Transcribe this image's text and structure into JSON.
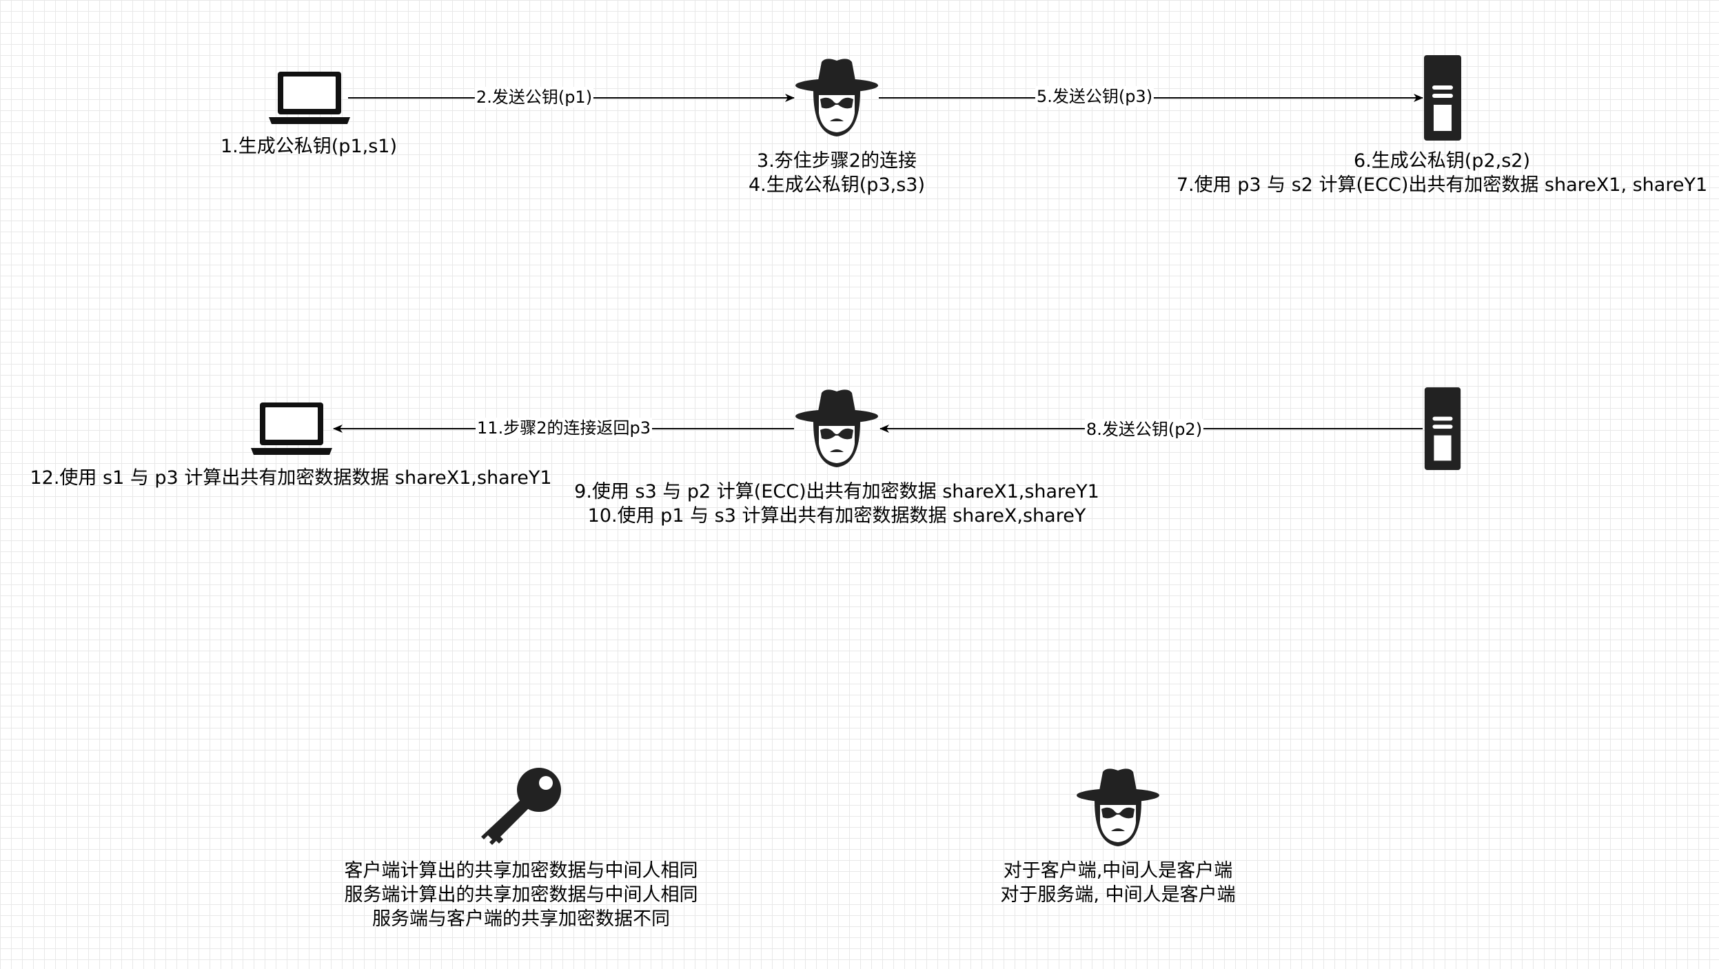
{
  "nodes": {
    "client_top": {
      "label": "1.生成公私钥(p1,s1)"
    },
    "mitm_top": {
      "lines": [
        "3.夯住步骤2的连接",
        "4.生成公私钥(p3,s3)"
      ]
    },
    "server_top": {
      "lines": [
        "6.生成公私钥(p2,s2)",
        "7.使用 p3 与 s2 计算(ECC)出共有加密数据 shareX1, shareY1"
      ]
    },
    "client_bottom": {
      "label": "12.使用 s1 与 p3 计算出共有加密数据数据 shareX1,shareY1"
    },
    "mitm_bottom": {
      "lines": [
        "9.使用 s3 与 p2 计算(ECC)出共有加密数据 shareX1,shareY1",
        "10.使用 p1 与 s3 计算出共有加密数据数据 shareX,shareY"
      ]
    },
    "server_bottom": {}
  },
  "edges": {
    "e2": "2.发送公钥(p1)",
    "e5": "5.发送公钥(p3)",
    "e8": "8.发送公钥(p2)",
    "e11": "11.步骤2的连接返回p3"
  },
  "notes": {
    "key_note": [
      "客户端计算出的共享加密数据与中间人相同",
      "服务端计算出的共享加密数据与中间人相同",
      "服务端与客户端的共享加密数据不同"
    ],
    "mitm_note": [
      "对于客户端,中间人是客户端",
      "对于服务端, 中间人是客户端"
    ]
  },
  "icons": {
    "laptop": "laptop-icon",
    "spy": "spy-icon",
    "server": "server-icon",
    "key": "key-icon"
  }
}
